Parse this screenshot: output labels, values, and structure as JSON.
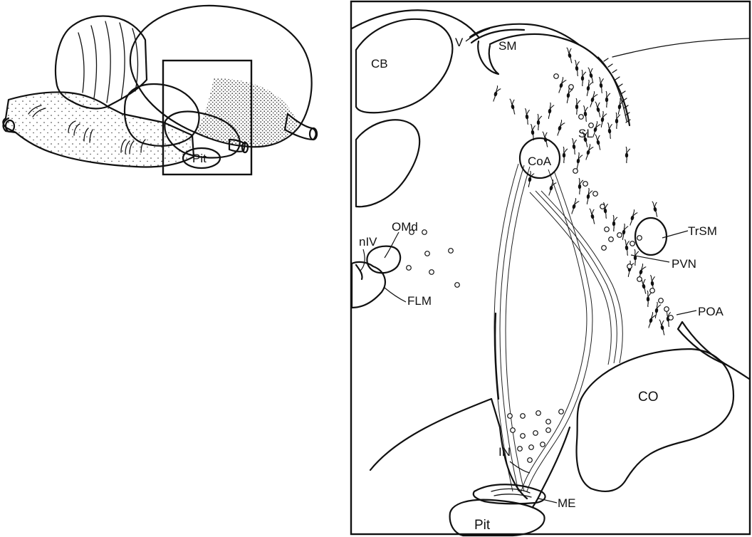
{
  "inset_panel": {
    "labels": {
      "pit": "Pit"
    }
  },
  "section_panel": {
    "labels": {
      "v": "V",
      "sm": "SM",
      "cb": "CB",
      "sl": "SL",
      "coa": "CoA",
      "omd": "OMd",
      "niv": "nIV",
      "flm": "FLM",
      "trsm": "TrSM",
      "pvn": "PVN",
      "poa": "POA",
      "co": "CO",
      "in": "IN",
      "me": "ME",
      "pit": "Pit"
    }
  }
}
